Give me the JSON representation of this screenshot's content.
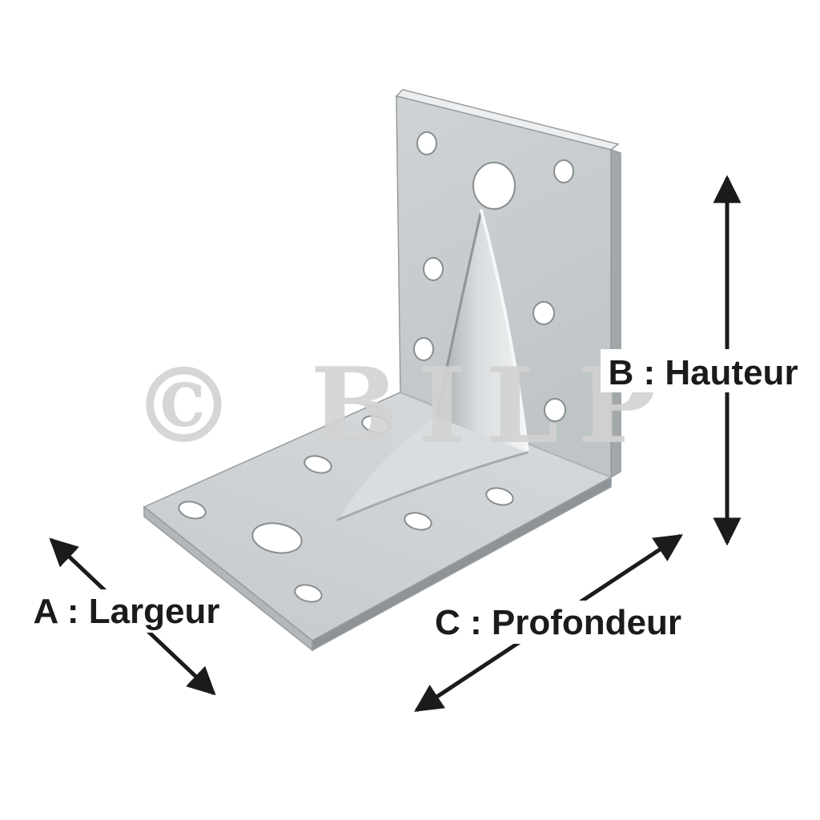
{
  "diagram": {
    "subject": "angle-bracket-dimension-diagram",
    "watermark": "© BILP",
    "labels": {
      "width": "A : Largeur",
      "height": "B : Hauteur",
      "depth": "C : Profondeur"
    },
    "colors": {
      "background": "#ffffff",
      "metal_light": "#d4d7d9",
      "metal_mid": "#c6c9cb",
      "metal_dark": "#8d9396",
      "arrow": "#1b1b1b",
      "label_text": "#1b1b1b",
      "watermark": "#d2d2d2"
    }
  }
}
